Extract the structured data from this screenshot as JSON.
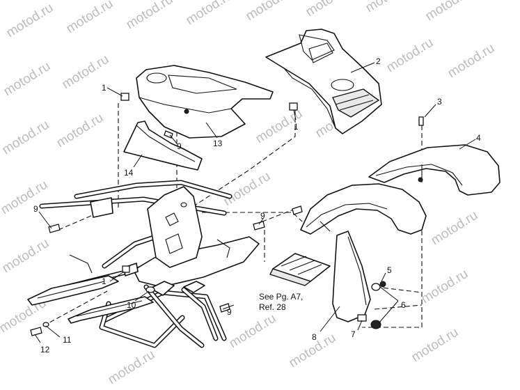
{
  "watermark": {
    "text": "motod.ru"
  },
  "parts": [
    {
      "id": "1",
      "label": "1"
    },
    {
      "id": "2",
      "label": "2"
    },
    {
      "id": "3",
      "label": "3"
    },
    {
      "id": "4",
      "label": "4"
    },
    {
      "id": "5",
      "label": "5"
    },
    {
      "id": "6",
      "label": "6"
    },
    {
      "id": "7",
      "label": "7"
    },
    {
      "id": "8",
      "label": "8"
    },
    {
      "id": "9",
      "label": "9"
    },
    {
      "id": "10",
      "label": "10"
    },
    {
      "id": "11",
      "label": "11"
    },
    {
      "id": "12",
      "label": "12"
    },
    {
      "id": "13",
      "label": "13"
    },
    {
      "id": "14",
      "label": "14"
    }
  ],
  "see_note": {
    "line1": "See Pg. A7,",
    "line2": "Ref. 28"
  }
}
